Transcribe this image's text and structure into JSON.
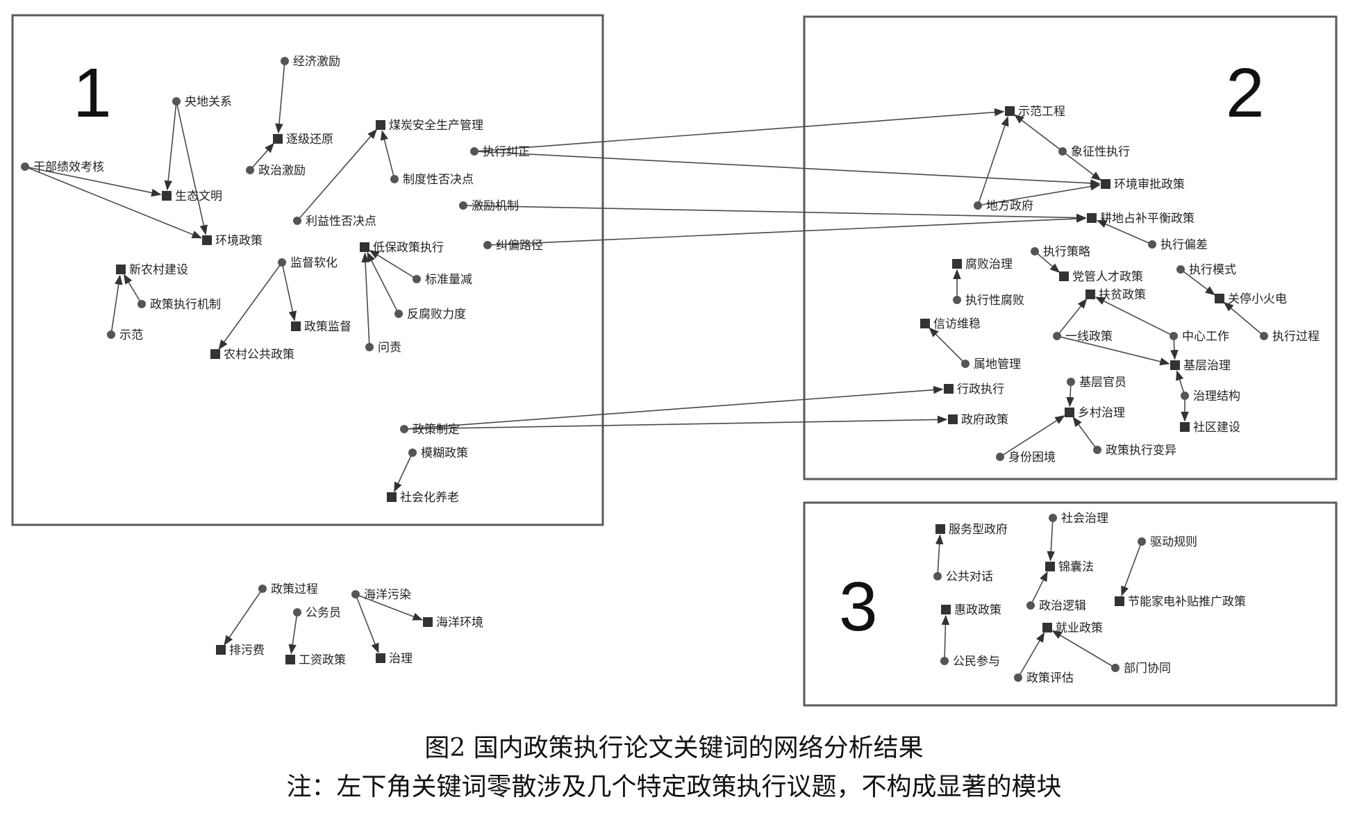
{
  "figure": {
    "title": "图2 国内政策执行论文关键词的网络分析结果",
    "note": "注：左下角关键词零散涉及几个特定政策执行议题，不构成显著的模块"
  },
  "modules": [
    {
      "id": "m1",
      "label": "1"
    },
    {
      "id": "m2",
      "label": "2"
    },
    {
      "id": "m3",
      "label": "3"
    }
  ],
  "nodes": [
    {
      "id": "n1",
      "label": "经济激励",
      "shape": "circle"
    },
    {
      "id": "n2",
      "label": "央地关系",
      "shape": "circle"
    },
    {
      "id": "n3",
      "label": "逐级还原",
      "shape": "square"
    },
    {
      "id": "n4",
      "label": "煤炭安全生产管理",
      "shape": "square"
    },
    {
      "id": "n5",
      "label": "执行纠正",
      "shape": "circle"
    },
    {
      "id": "n6",
      "label": "干部绩效考核",
      "shape": "circle"
    },
    {
      "id": "n7",
      "label": "政治激励",
      "shape": "circle"
    },
    {
      "id": "n8",
      "label": "制度性否决点",
      "shape": "circle"
    },
    {
      "id": "n9",
      "label": "生态文明",
      "shape": "square"
    },
    {
      "id": "n10",
      "label": "激励机制",
      "shape": "circle"
    },
    {
      "id": "n11",
      "label": "利益性否决点",
      "shape": "circle"
    },
    {
      "id": "n12",
      "label": "环境政策",
      "shape": "square"
    },
    {
      "id": "n13",
      "label": "纠偏路径",
      "shape": "circle"
    },
    {
      "id": "n14",
      "label": "监督软化",
      "shape": "circle"
    },
    {
      "id": "n15",
      "label": "低保政策执行",
      "shape": "square"
    },
    {
      "id": "n16",
      "label": "新农村建设",
      "shape": "square"
    },
    {
      "id": "n17",
      "label": "标准量减",
      "shape": "circle"
    },
    {
      "id": "n18",
      "label": "政策执行机制",
      "shape": "circle"
    },
    {
      "id": "n19",
      "label": "反腐败力度",
      "shape": "circle"
    },
    {
      "id": "n20",
      "label": "示范",
      "shape": "circle"
    },
    {
      "id": "n21",
      "label": "政策监督",
      "shape": "square"
    },
    {
      "id": "n22",
      "label": "问责",
      "shape": "circle"
    },
    {
      "id": "n23",
      "label": "农村公共政策",
      "shape": "square"
    },
    {
      "id": "n24",
      "label": "政策制定",
      "shape": "circle"
    },
    {
      "id": "n25",
      "label": "模糊政策",
      "shape": "circle"
    },
    {
      "id": "n26",
      "label": "社会化养老",
      "shape": "square"
    },
    {
      "id": "n27",
      "label": "示范工程",
      "shape": "square"
    },
    {
      "id": "n28",
      "label": "象征性执行",
      "shape": "circle"
    },
    {
      "id": "n29",
      "label": "环境审批政策",
      "shape": "square"
    },
    {
      "id": "n30",
      "label": "地方政府",
      "shape": "circle"
    },
    {
      "id": "n31",
      "label": "耕地占补平衡政策",
      "shape": "square"
    },
    {
      "id": "n32",
      "label": "执行偏差",
      "shape": "circle"
    },
    {
      "id": "n33",
      "label": "执行策略",
      "shape": "circle"
    },
    {
      "id": "n34",
      "label": "腐败治理",
      "shape": "square"
    },
    {
      "id": "n35",
      "label": "党管人才政策",
      "shape": "square"
    },
    {
      "id": "n36",
      "label": "执行模式",
      "shape": "circle"
    },
    {
      "id": "n37",
      "label": "扶贫政策",
      "shape": "square"
    },
    {
      "id": "n38",
      "label": "关停小火电",
      "shape": "square"
    },
    {
      "id": "n39",
      "label": "执行性腐败",
      "shape": "circle"
    },
    {
      "id": "n40",
      "label": "信访维稳",
      "shape": "square"
    },
    {
      "id": "n41",
      "label": "一线政策",
      "shape": "circle"
    },
    {
      "id": "n42",
      "label": "中心工作",
      "shape": "circle"
    },
    {
      "id": "n43",
      "label": "执行过程",
      "shape": "circle"
    },
    {
      "id": "n44",
      "label": "属地管理",
      "shape": "circle"
    },
    {
      "id": "n45",
      "label": "基层治理",
      "shape": "square"
    },
    {
      "id": "n46",
      "label": "行政执行",
      "shape": "square"
    },
    {
      "id": "n47",
      "label": "基层官员",
      "shape": "circle"
    },
    {
      "id": "n48",
      "label": "治理结构",
      "shape": "circle"
    },
    {
      "id": "n49",
      "label": "乡村治理",
      "shape": "square"
    },
    {
      "id": "n50",
      "label": "政府政策",
      "shape": "square"
    },
    {
      "id": "n51",
      "label": "社区建设",
      "shape": "square"
    },
    {
      "id": "n52",
      "label": "身份困境",
      "shape": "circle"
    },
    {
      "id": "n53",
      "label": "政策执行变异",
      "shape": "circle"
    },
    {
      "id": "n54",
      "label": "社会治理",
      "shape": "circle"
    },
    {
      "id": "n55",
      "label": "服务型政府",
      "shape": "square"
    },
    {
      "id": "n56",
      "label": "驱动规则",
      "shape": "circle"
    },
    {
      "id": "n57",
      "label": "锦囊法",
      "shape": "square"
    },
    {
      "id": "n58",
      "label": "公共对话",
      "shape": "circle"
    },
    {
      "id": "n59",
      "label": "节能家电补贴推广政策",
      "shape": "square"
    },
    {
      "id": "n60",
      "label": "政治逻辑",
      "shape": "circle"
    },
    {
      "id": "n61",
      "label": "惠政政策",
      "shape": "square"
    },
    {
      "id": "n62",
      "label": "就业政策",
      "shape": "square"
    },
    {
      "id": "n63",
      "label": "公民参与",
      "shape": "circle"
    },
    {
      "id": "n64",
      "label": "部门协同",
      "shape": "circle"
    },
    {
      "id": "n65",
      "label": "政策评估",
      "shape": "circle"
    },
    {
      "id": "n66",
      "label": "政策过程",
      "shape": "circle"
    },
    {
      "id": "n67",
      "label": "海洋污染",
      "shape": "circle"
    },
    {
      "id": "n68",
      "label": "公务员",
      "shape": "circle"
    },
    {
      "id": "n69",
      "label": "海洋环境",
      "shape": "square"
    },
    {
      "id": "n70",
      "label": "排污费",
      "shape": "square"
    },
    {
      "id": "n71",
      "label": "工资政策",
      "shape": "square"
    },
    {
      "id": "n72",
      "label": "治理",
      "shape": "square"
    }
  ],
  "edges": [
    [
      "n1",
      "n3"
    ],
    [
      "n7",
      "n3"
    ],
    [
      "n2",
      "n9"
    ],
    [
      "n2",
      "n12"
    ],
    [
      "n6",
      "n9"
    ],
    [
      "n6",
      "n12"
    ],
    [
      "n11",
      "n4"
    ],
    [
      "n8",
      "n4"
    ],
    [
      "n20",
      "n16"
    ],
    [
      "n18",
      "n16"
    ],
    [
      "n14",
      "n23"
    ],
    [
      "n14",
      "n21"
    ],
    [
      "n17",
      "n15"
    ],
    [
      "n19",
      "n15"
    ],
    [
      "n22",
      "n15"
    ],
    [
      "n25",
      "n26"
    ],
    [
      "n5",
      "n27"
    ],
    [
      "n5",
      "n29"
    ],
    [
      "n10",
      "n31"
    ],
    [
      "n13",
      "n31"
    ],
    [
      "n24",
      "n46"
    ],
    [
      "n24",
      "n50"
    ],
    [
      "n30",
      "n27"
    ],
    [
      "n28",
      "n27"
    ],
    [
      "n28",
      "n29"
    ],
    [
      "n30",
      "n29"
    ],
    [
      "n32",
      "n31"
    ],
    [
      "n33",
      "n35"
    ],
    [
      "n39",
      "n34"
    ],
    [
      "n36",
      "n38"
    ],
    [
      "n43",
      "n38"
    ],
    [
      "n41",
      "n37"
    ],
    [
      "n42",
      "n37"
    ],
    [
      "n41",
      "n45"
    ],
    [
      "n42",
      "n45"
    ],
    [
      "n48",
      "n45"
    ],
    [
      "n48",
      "n51"
    ],
    [
      "n44",
      "n40"
    ],
    [
      "n47",
      "n49"
    ],
    [
      "n52",
      "n49"
    ],
    [
      "n53",
      "n49"
    ],
    [
      "n58",
      "n55"
    ],
    [
      "n54",
      "n57"
    ],
    [
      "n60",
      "n57"
    ],
    [
      "n56",
      "n59"
    ],
    [
      "n63",
      "n61"
    ],
    [
      "n65",
      "n62"
    ],
    [
      "n64",
      "n62"
    ],
    [
      "n66",
      "n70"
    ],
    [
      "n68",
      "n71"
    ],
    [
      "n67",
      "n69"
    ],
    [
      "n67",
      "n72"
    ]
  ]
}
